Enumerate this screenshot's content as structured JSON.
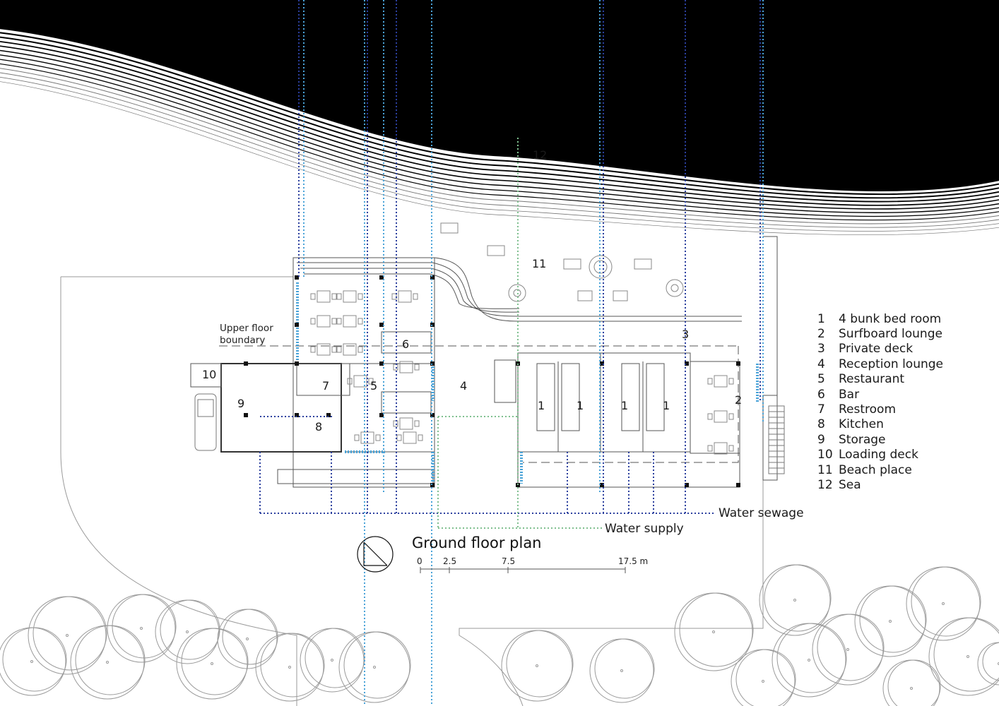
{
  "title": "Ground floor plan",
  "upper_floor_boundary": [
    "Upper floor",
    "boundary"
  ],
  "pipes": {
    "sewage_label": "Water sewage",
    "supply_label": "Water supply"
  },
  "scale_bar": {
    "ticks": [
      "0",
      "2.5",
      "7.5",
      "17.5 m"
    ]
  },
  "legend": [
    {
      "num": "1",
      "label": "4 bunk bed room"
    },
    {
      "num": "2",
      "label": "Surfboard lounge"
    },
    {
      "num": "3",
      "label": "Private deck"
    },
    {
      "num": "4",
      "label": "Reception lounge"
    },
    {
      "num": "5",
      "label": "Restaurant"
    },
    {
      "num": "6",
      "label": "Bar"
    },
    {
      "num": "7",
      "label": "Restroom"
    },
    {
      "num": "8",
      "label": "Kitchen"
    },
    {
      "num": "9",
      "label": "Storage"
    },
    {
      "num": "10",
      "label": "Loading deck"
    },
    {
      "num": "11",
      "label": "Beach place"
    },
    {
      "num": "12",
      "label": "Sea"
    }
  ],
  "room_tags": {
    "sea": "12",
    "beach": "11",
    "private_deck": "3",
    "bar": "6",
    "reception": "4",
    "restaurant": "5",
    "restroom": "7",
    "kitchen": "8",
    "storage": "9",
    "loading_deck": "10",
    "surfboard_lounge": "2",
    "bunk_rooms": [
      "1",
      "1",
      "1",
      "1"
    ]
  },
  "colors": {
    "sea": "#000000",
    "sewage_line": "#2b3f9e",
    "supply_line": "#7fbf8f",
    "wall_hatch": "#4aa3d8",
    "drawing_line": "#666666"
  }
}
